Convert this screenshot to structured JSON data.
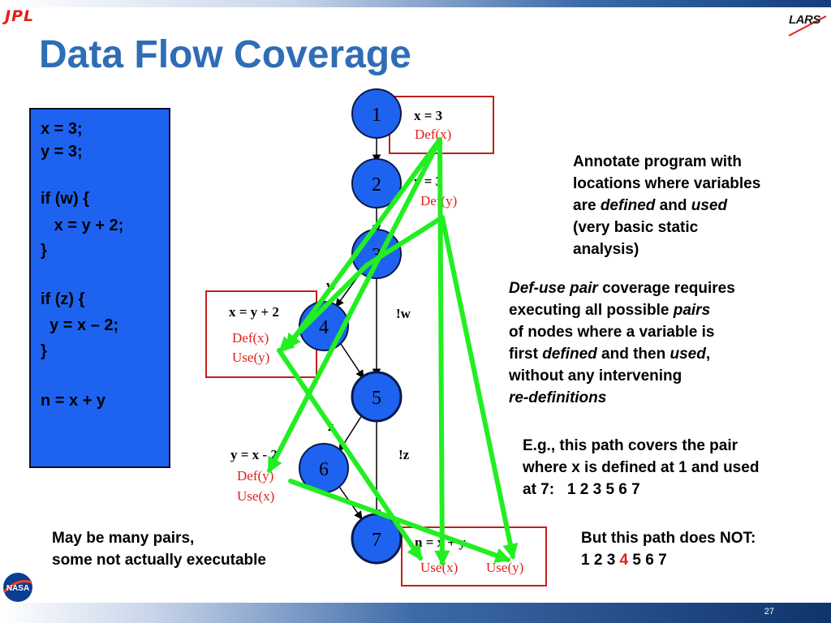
{
  "header": {
    "jpl_logo": "JPL",
    "lars_logo": "LARS",
    "title": "Data Flow Coverage"
  },
  "footer": {
    "nasa_logo": "NASA",
    "slide_number": "27"
  },
  "code": [
    "x = 3;",
    "y = 3;",
    "",
    "if (w) {",
    "   x = y + 2;",
    "}",
    "",
    "if (z) {",
    "  y = x – 2;",
    "}",
    "",
    "n = x + y"
  ],
  "graph": {
    "nodes": [
      "1",
      "2",
      "3",
      "4",
      "5",
      "6",
      "7"
    ],
    "edge_labels": {
      "w": "w",
      "not_w": "!w",
      "z": "z",
      "not_z": "!z"
    },
    "annotations": {
      "n1_stmt": "x = 3",
      "n1_def": "Def(x)",
      "n2_stmt": "y = 3",
      "n2_def": "Def(y)",
      "n4_stmt": "x = y + 2",
      "n4_def": "Def(x)",
      "n4_use": "Use(y)",
      "n6_stmt": "y = x - 2",
      "n6_def": "Def(y)",
      "n6_use": "Use(x)",
      "n7_stmt": "n = x + y",
      "n7_use_x": "Use(x)",
      "n7_use_y": "Use(y)"
    }
  },
  "notes": {
    "annotate": {
      "l1": "Annotate program with",
      "l2": "locations where variables",
      "l3a": "are ",
      "l3b": "defined",
      "l3c": " and ",
      "l3d": "used",
      "l4": "(very basic static",
      "l5": "analysis)"
    },
    "defuse": {
      "l1a": "Def-use pair",
      "l1b": " coverage requires",
      "l2a": "executing all possible ",
      "l2b": "pairs",
      "l3": "of nodes where a variable is",
      "l4a": "first ",
      "l4b": "defined",
      "l4c": " and then ",
      "l4d": "used",
      "l4e": ",",
      "l5": "without any intervening",
      "l6": "re-definitions"
    },
    "example": {
      "l1": "E.g., this path covers the pair",
      "l2": "where x is defined at 1 and used",
      "l3": "at 7:   1 2 3 5 6 7"
    },
    "counter": {
      "l1": "But this path does NOT:",
      "l2a": "1 2 3 ",
      "l2b": "4",
      "l2c": " 5 6 7"
    },
    "many_pairs": {
      "l1": "May be many pairs,",
      "l2": "some not actually executable"
    }
  },
  "colors": {
    "title": "#2f6db5",
    "code_bg": "#1e63f0",
    "node_fill": "#1e63f0",
    "annotation_red": "#e0201b",
    "arrow_green": "#22ee22"
  }
}
